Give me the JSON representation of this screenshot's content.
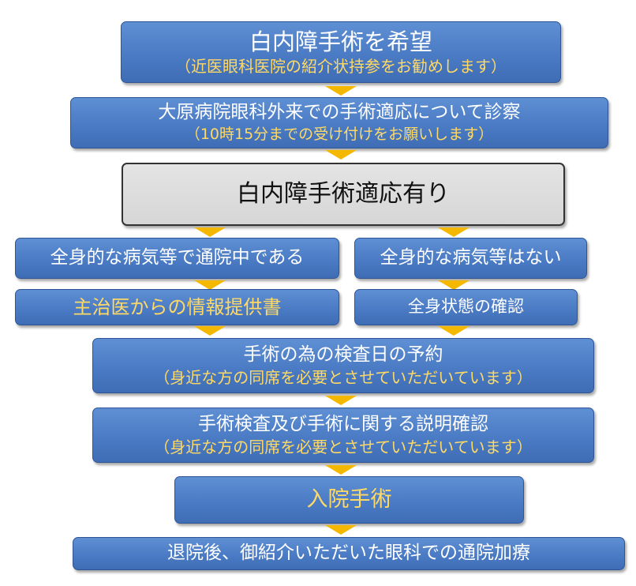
{
  "colors": {
    "box_fill": "#4a7bc4",
    "box_border": "#2f5597",
    "highlight_text": "#ffd966",
    "arrow": "#f5b800",
    "gray_box_fill": "#d9d9d9"
  },
  "steps": {
    "wish": {
      "main": "白内障手術を希望",
      "sub": "（近医眼科医院の紹介状持参をお勧めします）"
    },
    "exam": {
      "main": "大原病院眼科外来での手術適応について診察",
      "sub": "（10時15分までの受け付けをお願いします）"
    },
    "indicated": {
      "main": "白内障手術適応有り"
    },
    "under_treatment": {
      "main": "全身的な病気等で通院中である"
    },
    "no_disease": {
      "main": "全身的な病気等はない"
    },
    "doctor_info": {
      "main": "主治医からの情報提供書"
    },
    "condition_check": {
      "main": "全身状態の確認"
    },
    "test_reservation": {
      "main": "手術の為の検査日の予約",
      "sub": "（身近な方の同席を必要とさせていただいています）"
    },
    "explanation": {
      "main": "手術検査及び手術に関する説明確認",
      "sub": "（身近な方の同席を必要とさせていただいています）"
    },
    "surgery": {
      "main": "入院手術"
    },
    "after_discharge": {
      "main": "退院後、御紹介いただいた眼科での通院加療"
    }
  }
}
